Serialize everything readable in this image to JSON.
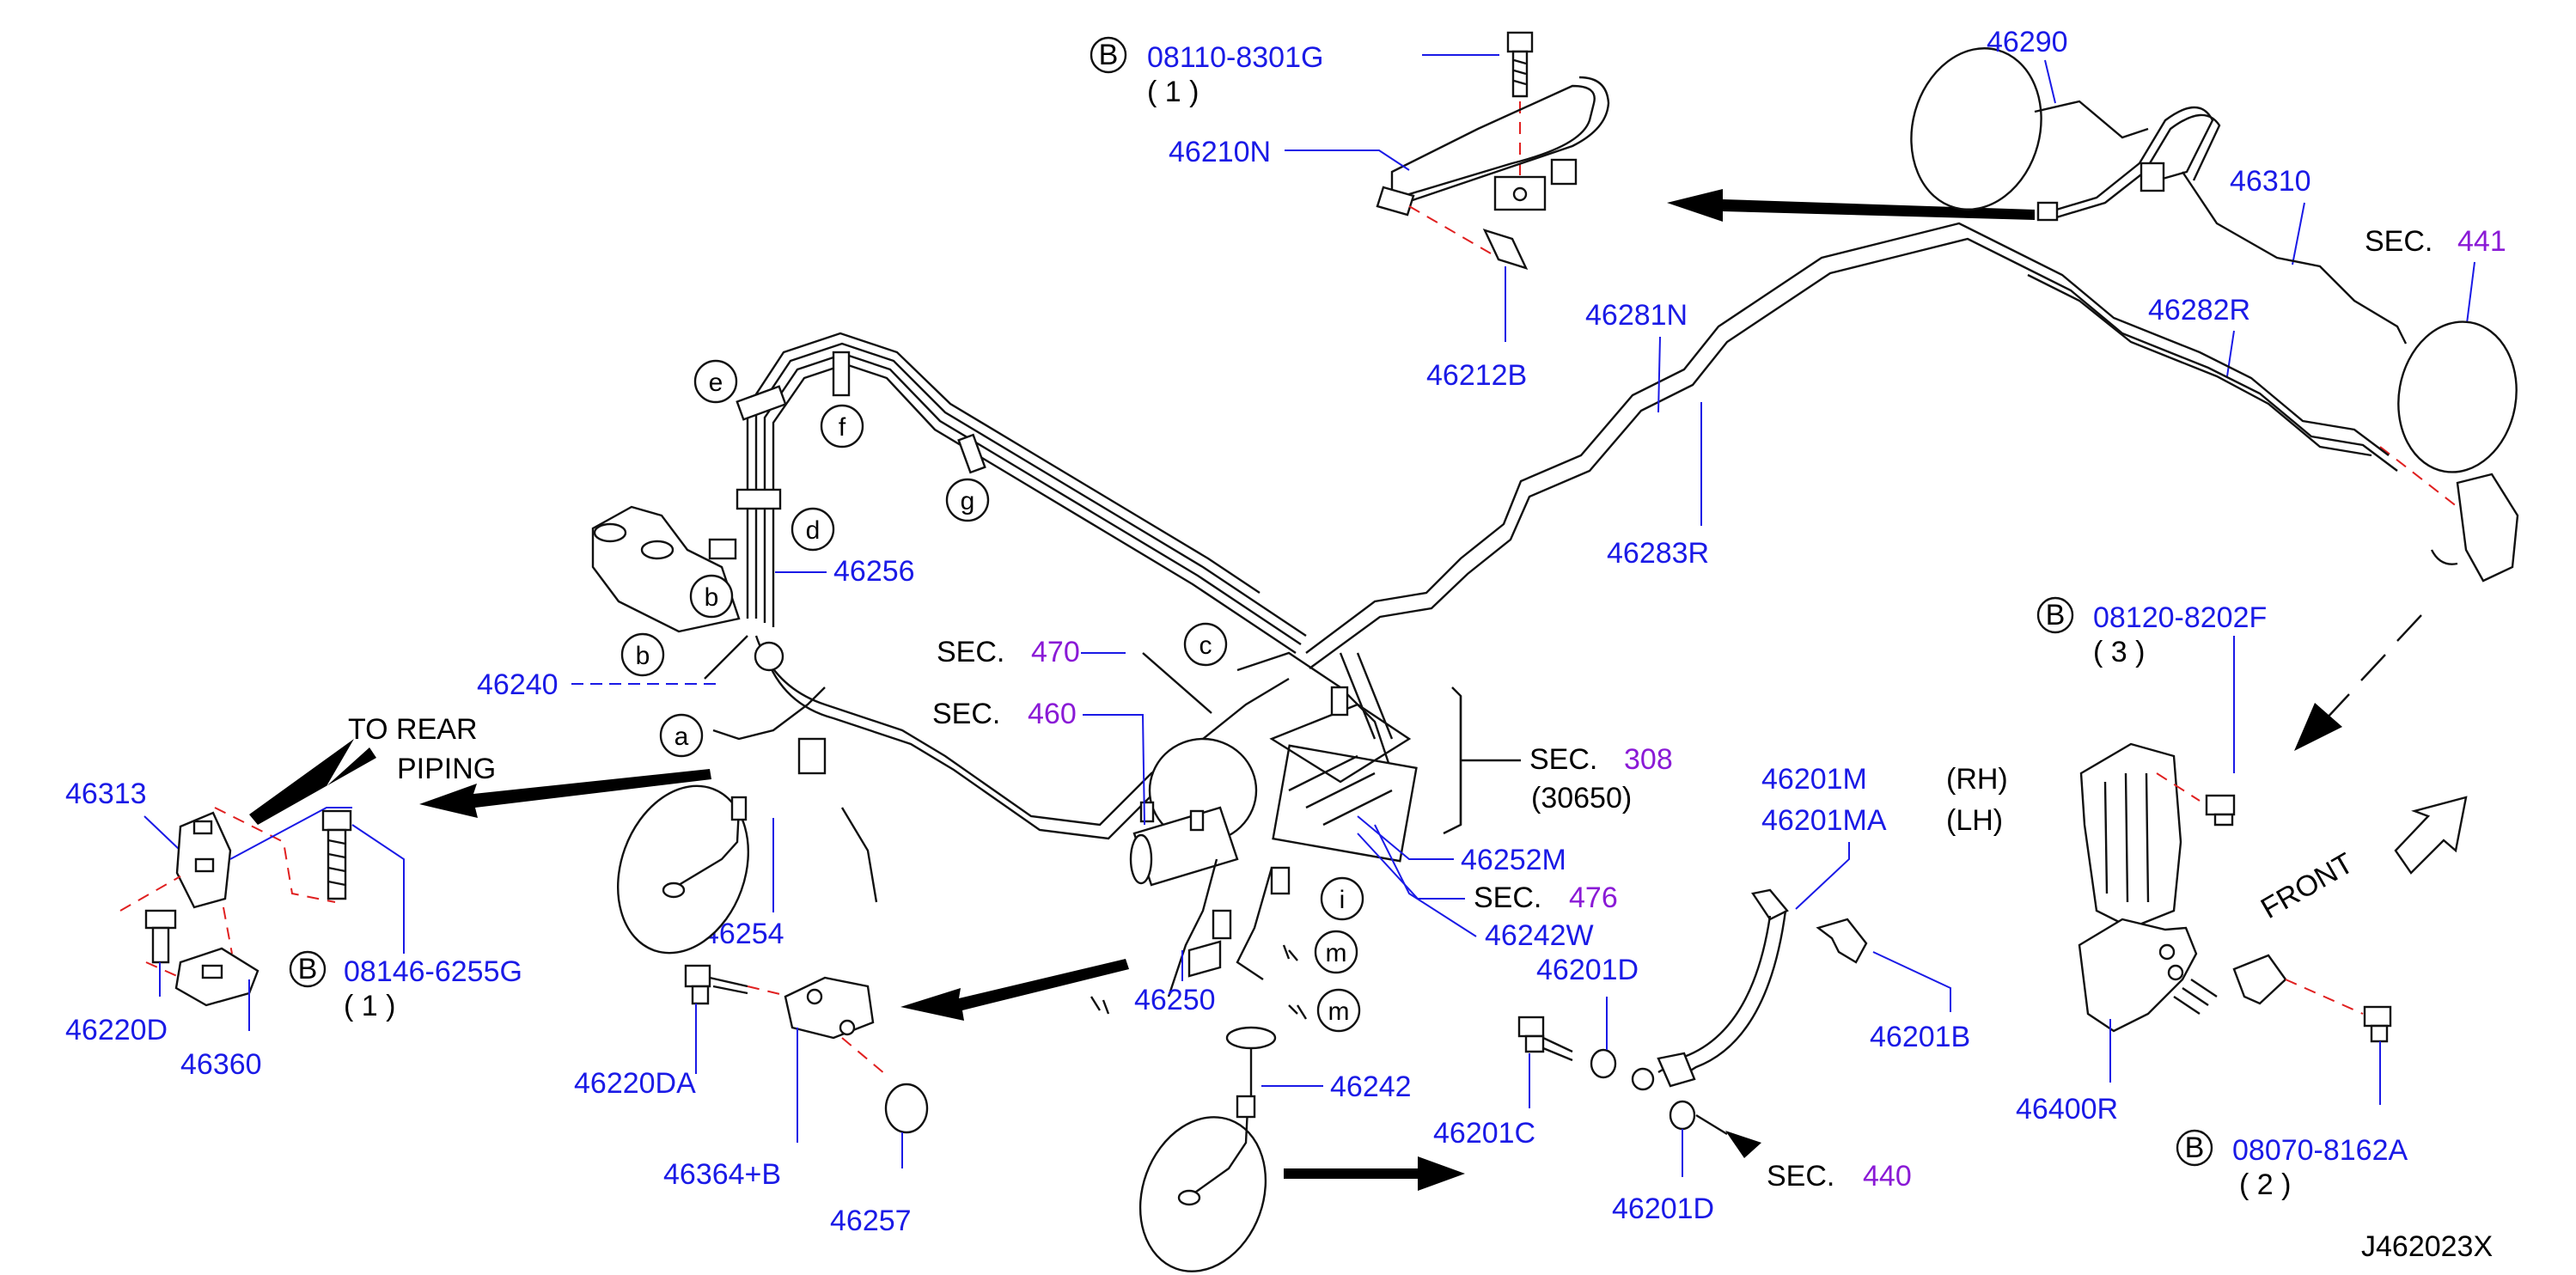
{
  "diagram_id": "J462023X",
  "parts": {
    "p46290": "46290",
    "p46310": "46310",
    "p46282R": "46282R",
    "p46281N": "46281N",
    "p46283R": "46283R",
    "p46210N": "46210N",
    "p46212B": "46212B",
    "p46256": "46256",
    "p46240": "46240",
    "p46313": "46313",
    "p46254": "46254",
    "p46220D": "46220D",
    "p46360": "46360",
    "p46252M": "46252M",
    "p46242W": "46242W",
    "p46250": "46250",
    "p46242": "46242",
    "p46220DA": "46220DA",
    "p46364B": "46364+B",
    "p46257": "46257",
    "p46201M": "46201M",
    "p46201MA": "46201MA",
    "p46201D_a": "46201D",
    "p46201D_b": "46201D",
    "p46201B": "46201B",
    "p46201C": "46201C",
    "p46400R": "46400R"
  },
  "bolts": {
    "b1_num": "08110-8301G",
    "b1_qty": "( 1 )",
    "b2_num": "08146-6255G",
    "b2_qty": "( 1 )",
    "b3_num": "08120-8202F",
    "b3_qty": "( 3 )",
    "b4_num": "08070-8162A",
    "b4_qty": "( 2 )",
    "mark": "B"
  },
  "sections": {
    "sec_word": "SEC.",
    "s441": "441",
    "s460": "460",
    "s470": "470",
    "s308": "308",
    "s308_sub": "(30650)",
    "s476": "476",
    "s440": "440"
  },
  "side": {
    "rh": "(RH)",
    "lh": "(LH)"
  },
  "notes": {
    "to_rear_1": "TO  REAR",
    "to_rear_2": "PIPING",
    "front": "FRONT"
  },
  "letters": [
    "e",
    "f",
    "g",
    "d",
    "b",
    "b",
    "a",
    "c",
    "i",
    "m",
    "m"
  ]
}
